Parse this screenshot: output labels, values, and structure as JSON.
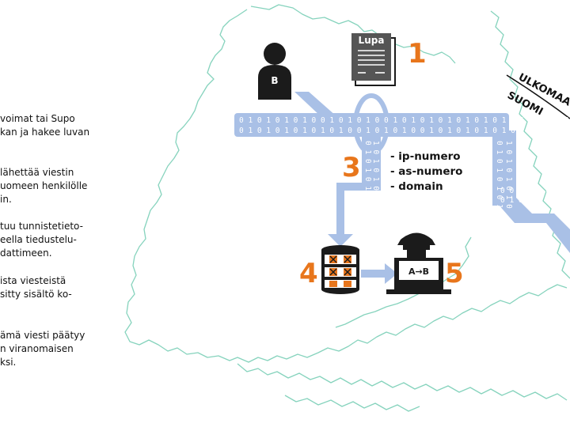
{
  "colors": {
    "accent": "#e8761c",
    "stream": "#a9c0e6",
    "stream_text": "#ffffff",
    "map_line": "#86d3bd",
    "icon_dark": "#1b1b1b"
  },
  "left_paragraphs": [
    [
      "voimat tai Supo",
      "kan ja hakee luvan"
    ],
    [
      "lähettää viestin",
      "uomeen henkilölle",
      "in."
    ],
    [
      "tuu tunnistetieto-",
      "eella tiedustelu-",
      "dattimeen."
    ],
    [
      "ista viesteistä",
      "sitty sisältö ko-"
    ],
    [
      "ämä viesti päätyy",
      "n viranomaisen",
      "ksi."
    ]
  ],
  "permit_label": "Lupa",
  "person_label": "B",
  "ab_label": "A→B",
  "steps": {
    "s1": "1",
    "s3": "3",
    "s4": "4",
    "s5": "5"
  },
  "search_terms": [
    "- ip-numero",
    "- as-numero",
    "- domain"
  ],
  "border_labels": {
    "abroad": "ULKOMAA",
    "finland": "SUOMI"
  },
  "binary": {
    "row1": "0 1 0 1 0 1 0 1 0 0 1 0 1  0 1 0 0 1 0 1 0 1 0 1 0 1 0 1 0 1 0 1 0 1 0 0 1 0 0 1 0 1 0 1 0 1 0 0 1 0 1 0 1",
    "row2": "0 1 0 1 0 1 0 1 0 1 0 1 0 0 1 0 1 0 1 0 0 1 0 1 0 1 0 1 0 1 0 1 0 1 0 1 0 1 0 1 0 1 0 1 0 1 0 1 0 1",
    "right1": "0 0 1 0 1 0 1 0 1 0",
    "right2": "0 1 0 0 1 0 1 0 1 0",
    "v_mid": "0 1 0 1 0 1",
    "v_mid2": "1 0 1 0 1 0",
    "v_right": "0 1 0 1 0 1 0 1",
    "v_right2": "1 0 1 0 1 0 1 0"
  }
}
